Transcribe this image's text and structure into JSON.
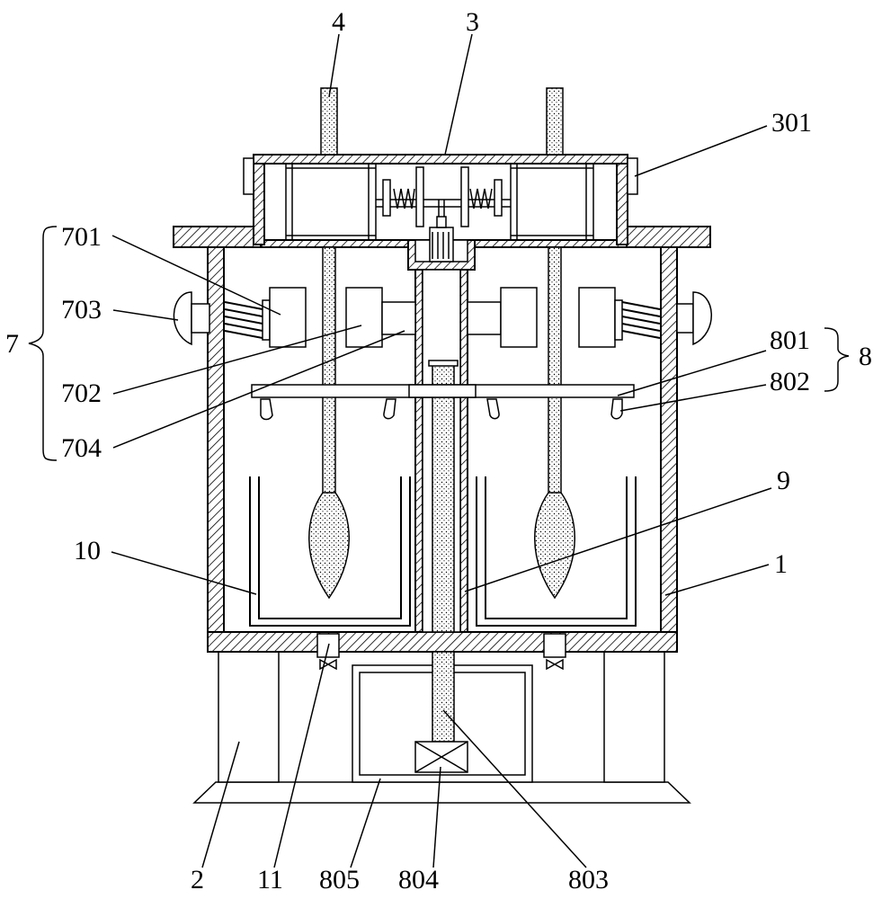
{
  "labels": {
    "l4": "4",
    "l3": "3",
    "l301": "301",
    "l701": "701",
    "l703": "703",
    "l7": "7",
    "l702": "702",
    "l704": "704",
    "l801": "801",
    "l802": "802",
    "l8": "8",
    "l9": "9",
    "l10": "10",
    "l1": "1",
    "l2": "2",
    "l11": "11",
    "l805": "805",
    "l804": "804",
    "l803": "803"
  }
}
